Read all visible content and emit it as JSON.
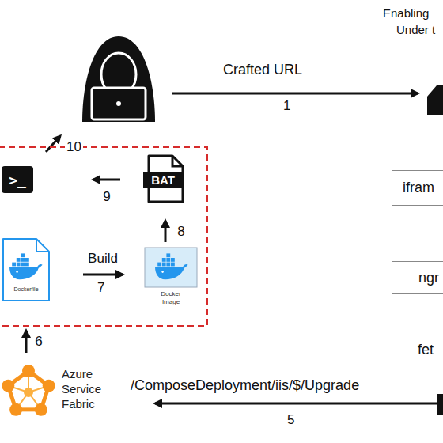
{
  "diagram": {
    "nodes": [
      {
        "text": [
          ">_"
        ]
      },
      {
        "text": [
          "BAT"
        ]
      },
      {
        "text": [
          "ifram"
        ]
      },
      {
        "text": [
          "Dockerfile"
        ]
      },
      {
        "text": [
          "Docker Image"
        ]
      },
      {
        "text": [
          "ngr"
        ]
      },
      {
        "text": [
          "Azure Service Fabric"
        ]
      }
    ],
    "edges": [
      {
        "from": 1,
        "to": 0,
        "arrow": "to",
        "label": "9"
      },
      {
        "from": 4,
        "to": 1,
        "arrow": "to",
        "label": "8"
      },
      {
        "from": 3,
        "to": 4,
        "arrow": "to",
        "label": "Build"
      },
      {
        "from": 6,
        "to": 3,
        "arrow": "to",
        "label": "6"
      }
    ],
    "labels": [
      "Crafted URL",
      "1",
      "10",
      "7",
      "/ComposeDeployment/iis/$/Upgrade",
      "5",
      "Enabling",
      "Under t",
      "fet"
    ]
  }
}
